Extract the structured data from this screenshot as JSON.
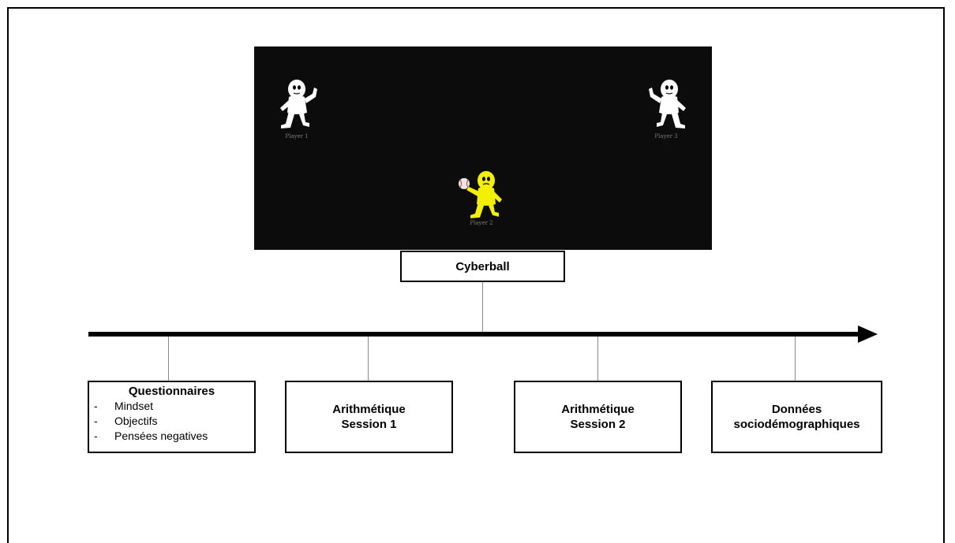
{
  "game": {
    "players": [
      {
        "label": "Player 1",
        "color": "#ffffff"
      },
      {
        "label": "Player 2",
        "color": "#f2ef00"
      },
      {
        "label": "Player 3",
        "color": "#ffffff"
      }
    ],
    "background": "#0c0c0c"
  },
  "top_box": {
    "label": "Cyberball"
  },
  "timeline": {
    "boxes": [
      {
        "title": "Questionnaires",
        "items": [
          "Mindset",
          "Objectifs",
          "Pensées negatives"
        ]
      },
      {
        "lines": [
          "Arithmétique",
          "Session 1"
        ]
      },
      {
        "lines": [
          "Arithmétique",
          "Session 2"
        ]
      },
      {
        "lines": [
          "Données",
          "sociodémographiques"
        ]
      }
    ]
  }
}
